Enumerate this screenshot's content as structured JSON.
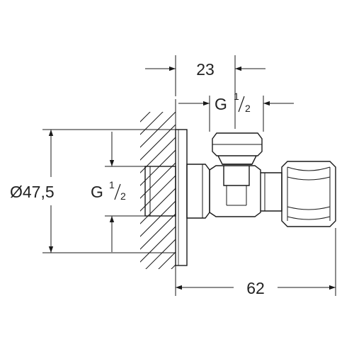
{
  "dimensions": {
    "top_width": "23",
    "top_thread": {
      "prefix": "G",
      "numerator": "1",
      "denominator": "2"
    },
    "left_diameter": "Ø47,5",
    "left_thread": {
      "prefix": "G",
      "numerator": "1",
      "denominator": "2"
    },
    "bottom_length": "62"
  }
}
